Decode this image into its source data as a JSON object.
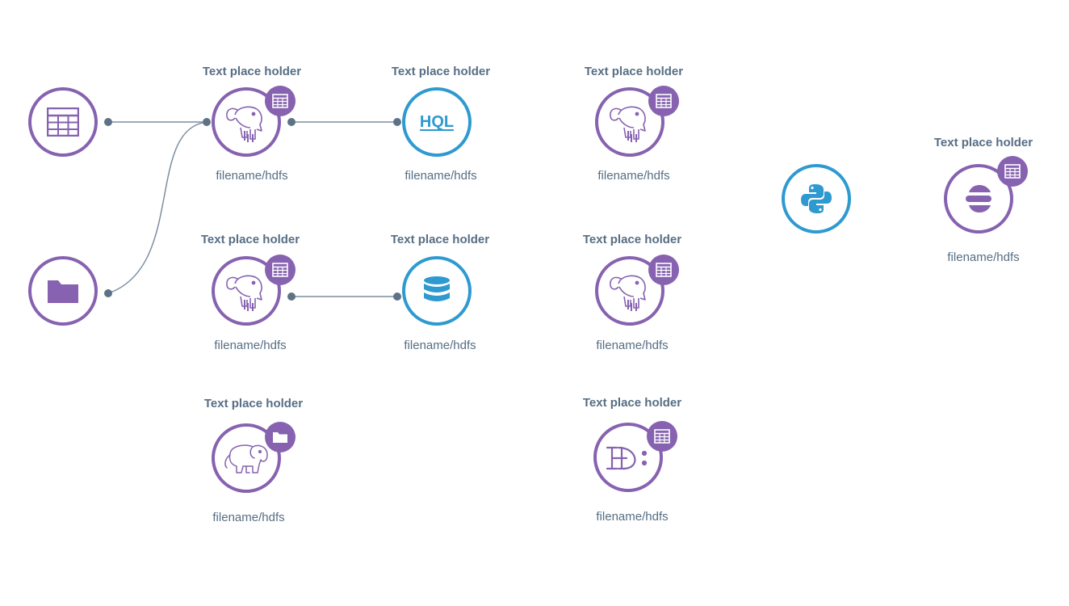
{
  "colors": {
    "purple": "#8662b0",
    "blue": "#2e9ad0",
    "text": "#566e84",
    "connector": "#7d8ea0",
    "port": "#5e7285"
  },
  "source_nodes": [
    {
      "icon": "table-icon"
    },
    {
      "icon": "folder-icon"
    }
  ],
  "nodes": {
    "hive_1": {
      "title": "Text place holder",
      "caption": "filename/hdfs",
      "icon": "hive-icon",
      "badge": "table-icon"
    },
    "hql": {
      "title": "Text place holder",
      "caption": "filename/hdfs",
      "icon": "hql-icon"
    },
    "hive_2": {
      "title": "Text place holder",
      "caption": "filename/hdfs",
      "icon": "hive-icon",
      "badge": "table-icon"
    },
    "hive_3": {
      "title": "Text place holder",
      "caption": "filename/hdfs",
      "icon": "hive-icon",
      "badge": "table-icon"
    },
    "database": {
      "title": "Text place holder",
      "caption": "filename/hdfs",
      "icon": "database-icon"
    },
    "hive_4": {
      "title": "Text place holder",
      "caption": "filename/hdfs",
      "icon": "hive-icon",
      "badge": "table-icon"
    },
    "hadoop": {
      "title": "Text place holder",
      "caption": "filename/hdfs",
      "icon": "hadoop-elephant-icon",
      "badge": "folder-icon"
    },
    "hp": {
      "title": "Text place holder",
      "caption": "filename/hdfs",
      "icon": "hp-icon",
      "badge": "table-icon"
    },
    "python": {
      "icon": "python-icon"
    },
    "elastic": {
      "title": "Text place holder",
      "caption": "filename/hdfs",
      "icon": "elastic-icon",
      "badge": "table-icon"
    }
  }
}
